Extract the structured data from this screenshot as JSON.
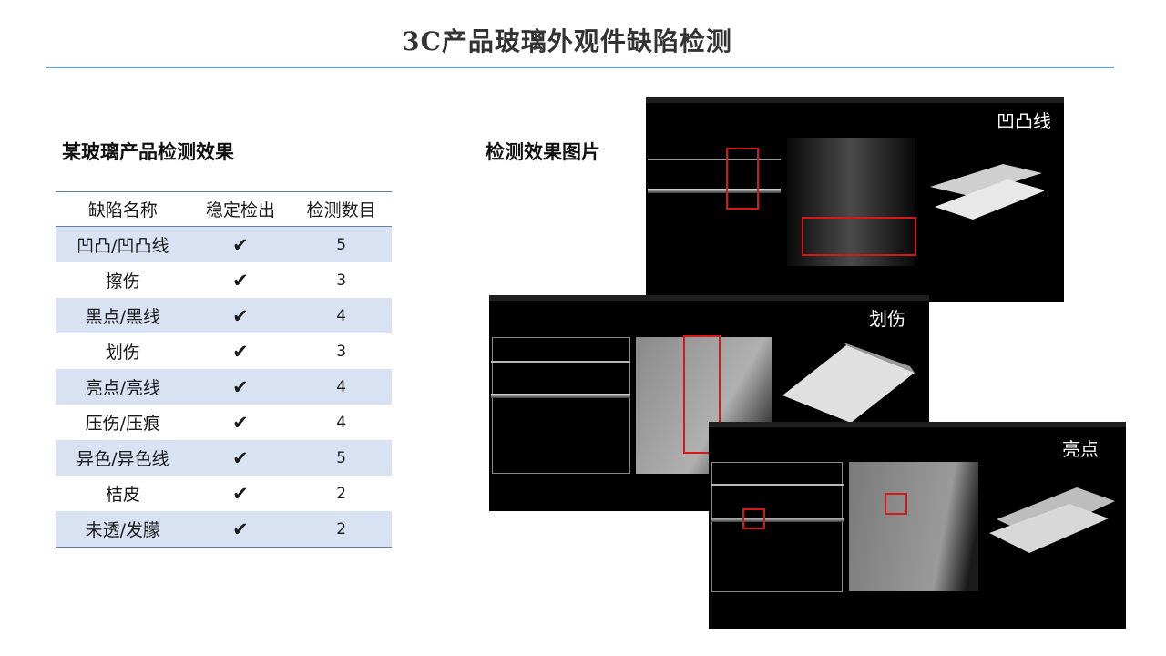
{
  "title": "3C产品玻璃外观件缺陷检测",
  "left_heading": "某玻璃产品检测效果",
  "right_heading": "检测效果图片",
  "table": {
    "headers": [
      "缺陷名称",
      "稳定检出",
      "检测数目"
    ],
    "rows": [
      {
        "name": "凹凸/凹凸线",
        "check": "✔",
        "count": "5"
      },
      {
        "name": "擦伤",
        "check": "✔",
        "count": "3"
      },
      {
        "name": "黑点/黑线",
        "check": "✔",
        "count": "4"
      },
      {
        "name": "划伤",
        "check": "✔",
        "count": "3"
      },
      {
        "name": "亮点/亮线",
        "check": "✔",
        "count": "4"
      },
      {
        "name": "压伤/压痕",
        "check": "✔",
        "count": "4"
      },
      {
        "name": "异色/异色线",
        "check": "✔",
        "count": "5"
      },
      {
        "name": "桔皮",
        "check": "✔",
        "count": "2"
      },
      {
        "name": "未透/发朦",
        "check": "✔",
        "count": "2"
      }
    ]
  },
  "images": {
    "panel1_label": "凹凸线",
    "panel2_label": "划伤",
    "panel3_label": "亮点"
  },
  "colors": {
    "accent_rule": "#6a9ed4",
    "table_stripe": "#d9e2f3",
    "highlight_box": "#d21a1a"
  }
}
